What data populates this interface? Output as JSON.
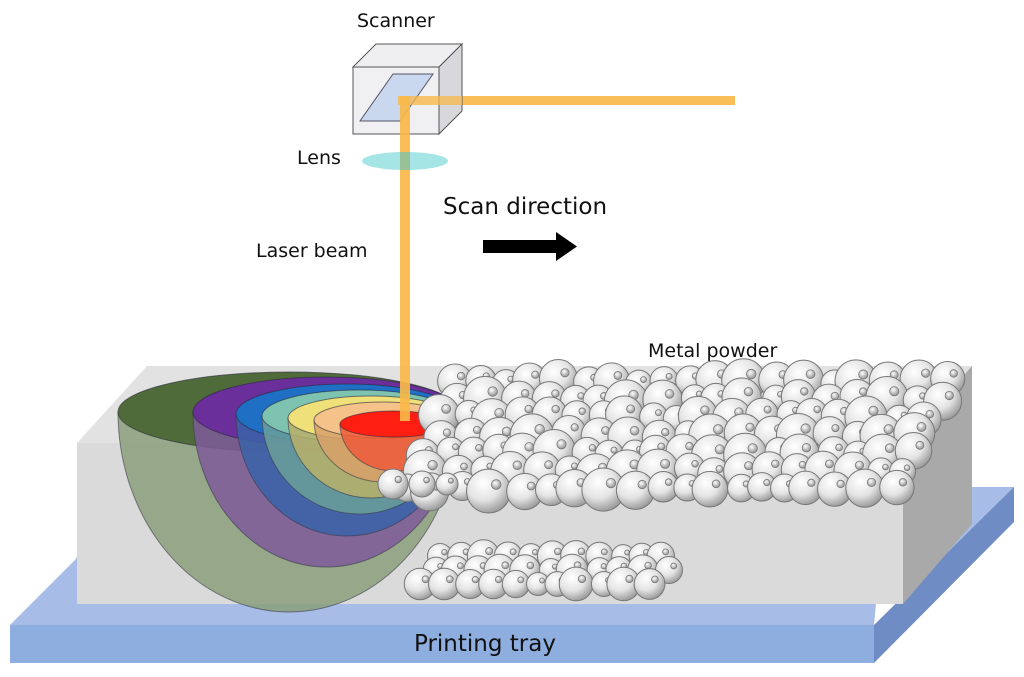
{
  "diagram": {
    "title": "Laser powder bed fusion process",
    "labels": {
      "scanner": "Scanner",
      "lens": "Lens",
      "laser_beam": "Laser beam",
      "scan_direction": "Scan direction",
      "metal_powder": "Metal powder",
      "printing_tray": "Printing tray"
    },
    "colors": {
      "laser": "#f9b84a",
      "lens": "#8fdede",
      "tray_top": "#a7bce6",
      "tray_front": "#8eaee0",
      "tray_side": "#6f8cc4",
      "block_top": "#e2e2e2",
      "block_front": "#dadada",
      "block_side": "#a9a9a9",
      "arrow": "#000000"
    },
    "melt_pool_zones": [
      {
        "name": "outer-zone",
        "color": "#4f6b3a",
        "wall": "#8a9f7a"
      },
      {
        "name": "zone-purple",
        "color": "#6a2f9a",
        "wall": "#7e5b9a"
      },
      {
        "name": "zone-blue",
        "color": "#1f6fc4",
        "wall": "#3a63a8"
      },
      {
        "name": "zone-teal",
        "color": "#7ec3b0",
        "wall": "#6aa09a"
      },
      {
        "name": "zone-yellow",
        "color": "#f0e07a",
        "wall": "#b8b06a"
      },
      {
        "name": "zone-orange",
        "color": "#f5c38a",
        "wall": "#d8a06a"
      },
      {
        "name": "melt-core",
        "color": "#ff1e12",
        "wall": "#ef5a3a"
      }
    ]
  }
}
